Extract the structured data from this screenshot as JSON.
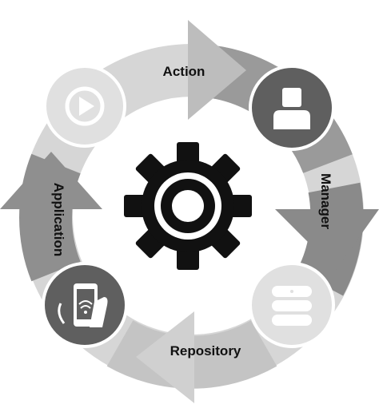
{
  "diagram": {
    "stages": [
      {
        "label": "Action",
        "icon": "play-icon"
      },
      {
        "label": "Manager",
        "icon": "user-icon"
      },
      {
        "label": "Repository",
        "icon": "database-icon"
      },
      {
        "label": "Application",
        "icon": "mobile-hand-icon"
      }
    ],
    "center_icon": "gear-icon",
    "colors": {
      "ring_light": "#d6d6d6",
      "ring_mid": "#b3b3b3",
      "ring_dark": "#8a8a8a",
      "circle_dark": "#5f5f5f",
      "circle_light": "#e0e0e0",
      "gear": "#111111"
    }
  }
}
